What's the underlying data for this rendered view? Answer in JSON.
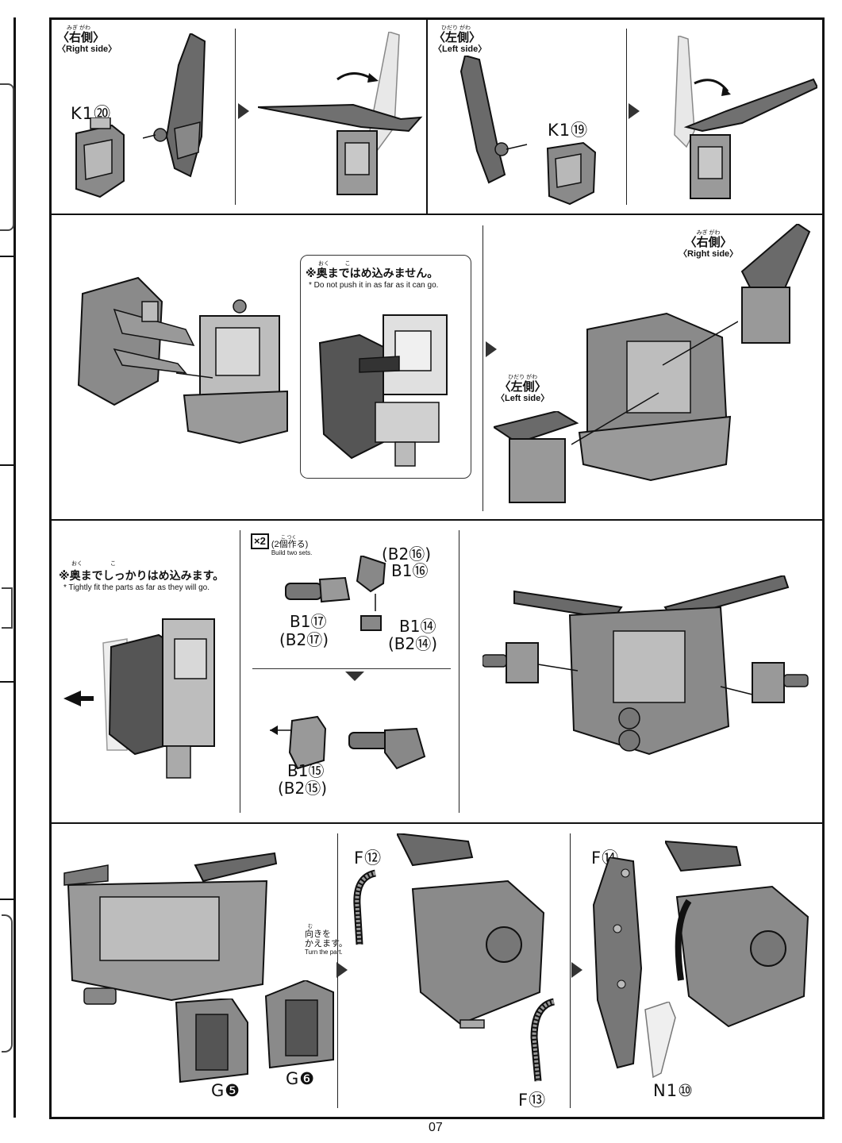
{
  "page_number": "07",
  "row1": {
    "right_side": {
      "ruby": "みぎ がわ",
      "jp": "〈右側〉",
      "en": "〈Right side〉",
      "part": "K1⑳"
    },
    "left_side": {
      "ruby": "ひだり がわ",
      "jp": "〈左側〉",
      "en": "〈Left side〉",
      "part": "K1⑲"
    }
  },
  "row2": {
    "note_ruby": "おく          こ",
    "note_jp": "※奥まではめ込みません。",
    "note_en": "* Do not push it in as far as it can go.",
    "right_side": {
      "ruby": "みぎ がわ",
      "jp": "〈右側〉",
      "en": "〈Right side〉"
    },
    "left_side": {
      "ruby": "ひだり がわ",
      "jp": "〈左側〉",
      "en": "〈Left side〉"
    }
  },
  "row3": {
    "note_ruby": "おく                  こ",
    "note_jp": "※奥までしっかりはめ込みます。",
    "note_en": "* Tightly fit the parts as far as they will go.",
    "count_badge": "×2",
    "count_ruby": "こ つく",
    "count_jp": "(2個作る)",
    "count_en": "Build two sets.",
    "labels": {
      "b2_16": "(B2⑯)",
      "b1_16": "B1⑯",
      "b1_17": "B1⑰",
      "b2_17": "(B2⑰)",
      "b1_14": "B1⑭",
      "b2_14": "(B2⑭)",
      "b1_15": "B1⑮",
      "b2_15": "(B2⑮)"
    }
  },
  "row4": {
    "g5": "G❺",
    "g6": "G❻",
    "turn_ruby": "む",
    "turn_jp_1": "向きを",
    "turn_jp_2": "かえます。",
    "turn_en": "Turn the part.",
    "f12": "F⑫",
    "f13": "F⑬",
    "f14": "F⑭",
    "n1_10": "N1⑩"
  }
}
